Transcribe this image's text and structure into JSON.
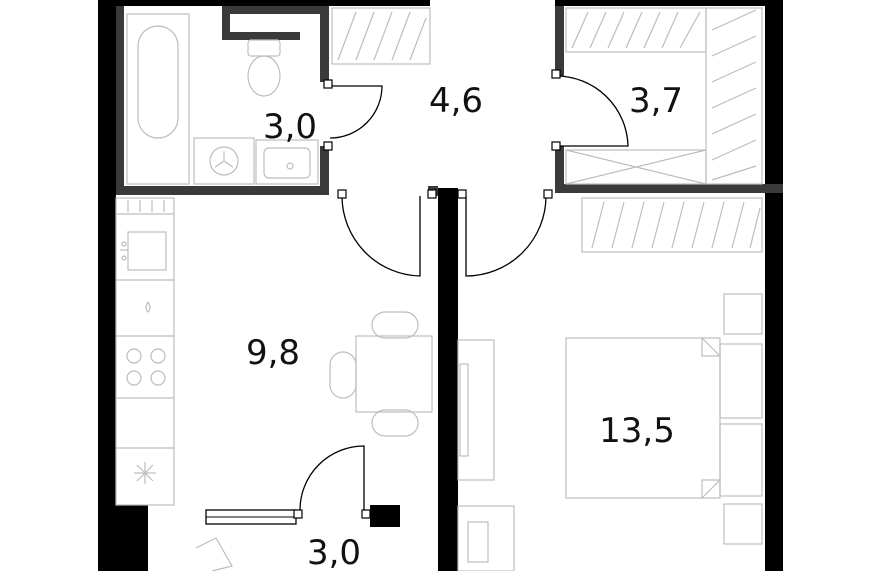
{
  "plan": {
    "wall_color": "#000000",
    "partition_color": "#3a3a3a",
    "furniture_color": "#bdbdbd",
    "rooms": {
      "bathroom": "3,0",
      "hallway": "4,6",
      "wardrobe": "3,7",
      "kitchen": "9,8",
      "bedroom": "13,5",
      "balcony": "3,0"
    }
  }
}
